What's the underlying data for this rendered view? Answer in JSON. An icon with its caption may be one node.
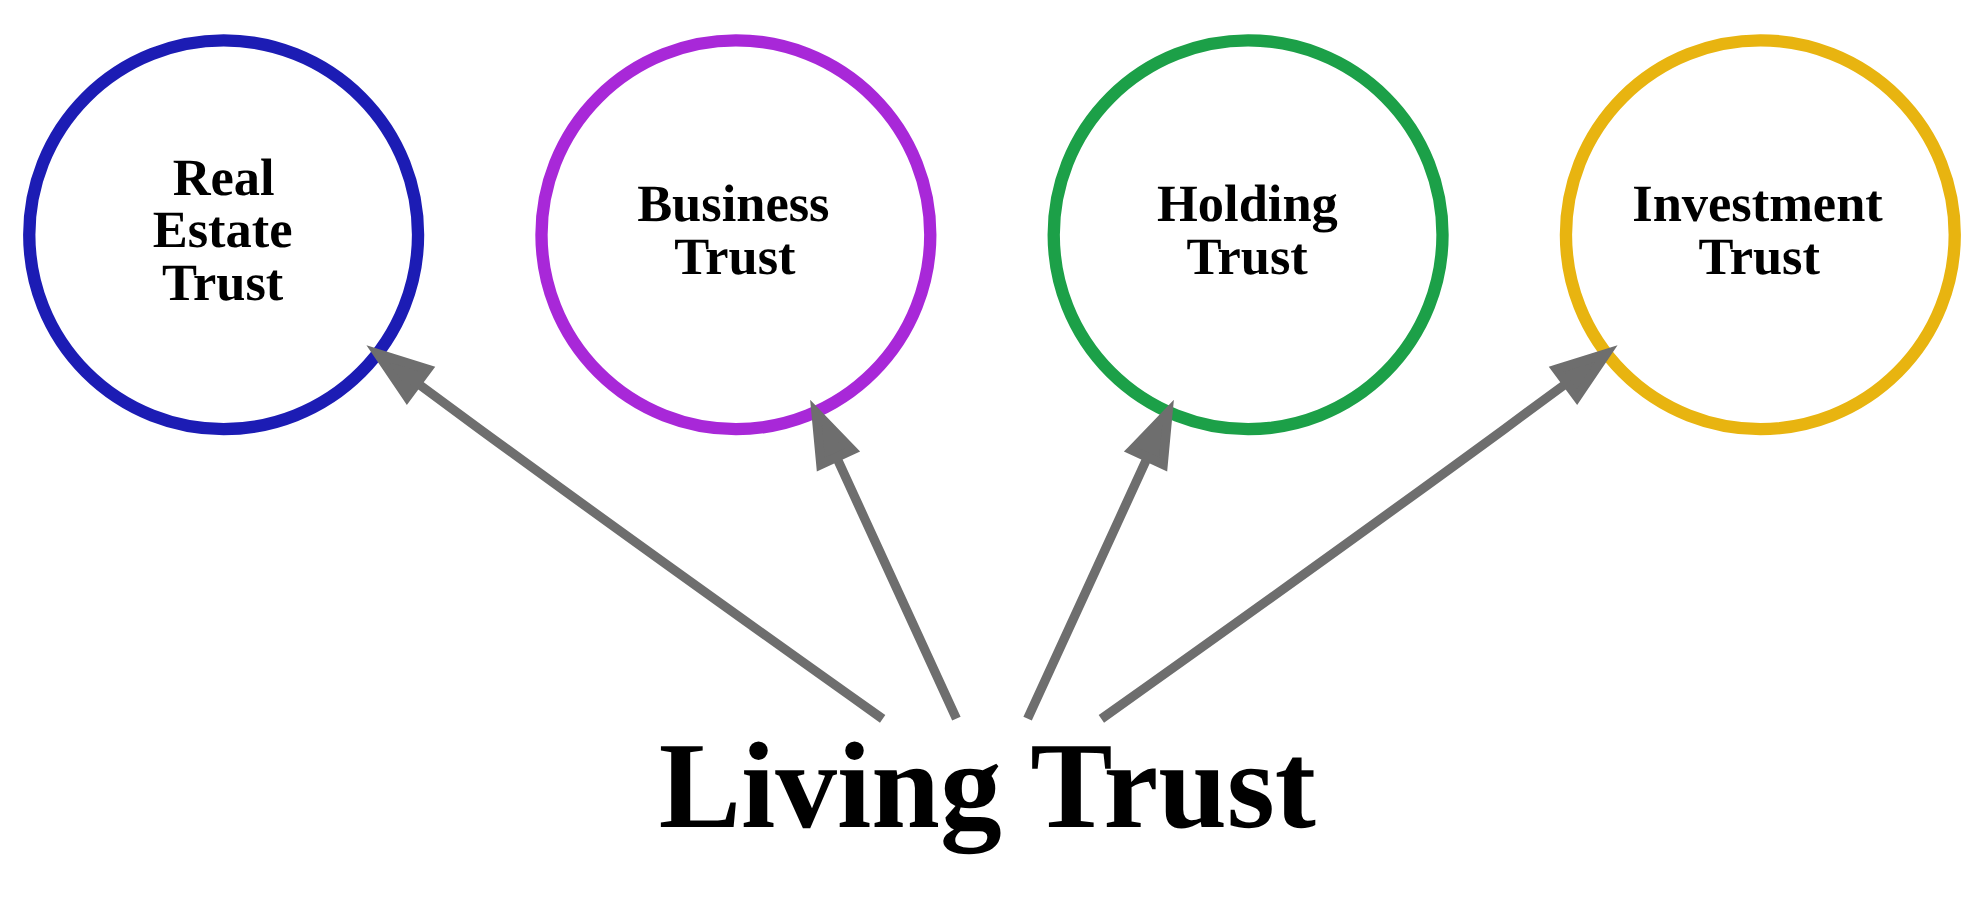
{
  "diagram": {
    "nodes": [
      {
        "text": [
          "Real Estate Trust"
        ]
      },
      {
        "text": [
          "Business Trust"
        ]
      },
      {
        "text": [
          "Holding Trust"
        ]
      },
      {
        "text": [
          "Investment Trust"
        ]
      },
      {
        "text": [
          "Living Trust"
        ]
      }
    ],
    "edges": [
      {
        "from": 4,
        "to": 0,
        "arrow": "to"
      },
      {
        "from": 4,
        "to": 1,
        "arrow": "to"
      },
      {
        "from": 4,
        "to": 2,
        "arrow": "to"
      },
      {
        "from": 4,
        "to": 3,
        "arrow": "to"
      }
    ]
  }
}
